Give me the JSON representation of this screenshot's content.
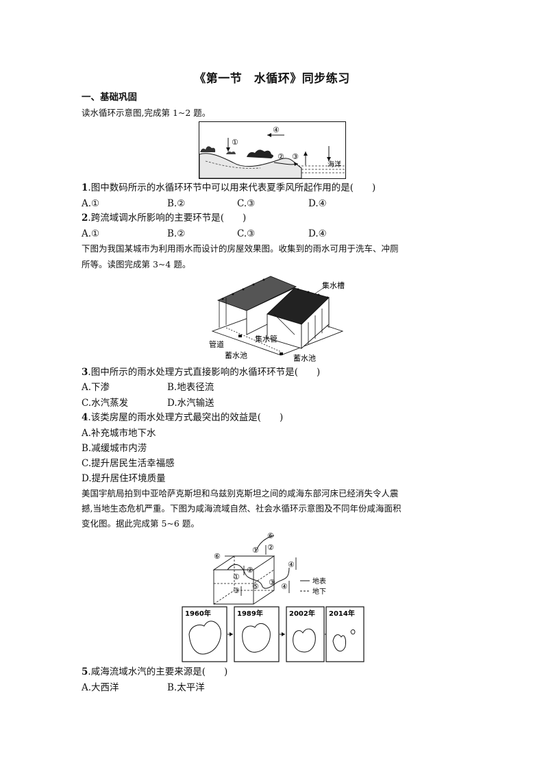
{
  "title": "《第一节　水循环》同步练习",
  "section1": "一、基础巩固",
  "intro1": "读水循环示意图,完成第 1~2 题。",
  "fig1": {
    "label_ocean": "海洋",
    "n1": "①",
    "n2": "②",
    "n3": "③",
    "n4": "④"
  },
  "q1": {
    "num": "1",
    "text": ".图中数码所示的水循环环节中可以用来代表夏季风所起作用的是(　　)",
    "a": "A.①",
    "b": "B.②",
    "c": "C.③",
    "d": "D.④"
  },
  "q2": {
    "num": "2",
    "text": ".跨流域调水所影响的主要环节是(　　)",
    "a": "A.①",
    "b": "B.②",
    "c": "C.③",
    "d": "D.④"
  },
  "intro3_line1": "下图为我国某城市为利用雨水而设计的房屋效果图。收集到的雨水可用于洗车、冲厕",
  "intro3_line2": "所等。读图完成第 3~4 题。",
  "fig2": {
    "label_trough": "集水槽",
    "label_pipe": "集水管",
    "label_duct": "管道",
    "label_pool1": "蓄水池",
    "label_pool2": "蓄水池"
  },
  "q3": {
    "num": "3",
    "text": ".图中所示的雨水处理方式直接影响的水循环环节是(　　)",
    "a": "A.下渗",
    "b": "B.地表径流",
    "c": "C.水汽蒸发",
    "d": "D.水汽输送"
  },
  "q4": {
    "num": "4",
    "text": ".该类房屋的雨水处理方式最突出的效益是(　　)",
    "a": "A.补充城市地下水",
    "b": "B.减缓城市内涝",
    "c": "C.提升居民生活幸福感",
    "d": "D.提升居住环境质量"
  },
  "intro5_line1": "美国宇航局拍到中亚哈萨克斯坦和乌兹别克斯坦之间的咸海东部河床已经消失令人震",
  "intro5_line2": "撼,当地生态危机严重。下图为咸海流域自然、社会水循环示意图及不同年份咸海面积",
  "intro5_line3": "变化图。据此完成第 5~6 题。",
  "fig3": {
    "legend_surface": "地表",
    "legend_under": "地下",
    "n1": "①",
    "n2": "②",
    "n3": "③",
    "n4": "④",
    "n5": "⑤",
    "n6": "⑥",
    "years": [
      "1960年",
      "1989年",
      "2002年",
      "2014年"
    ]
  },
  "q5": {
    "num": "5",
    "text": ".咸海流域水汽的主要来源是(　　)",
    "a": "A.大西洋",
    "b": "B.太平洋"
  }
}
